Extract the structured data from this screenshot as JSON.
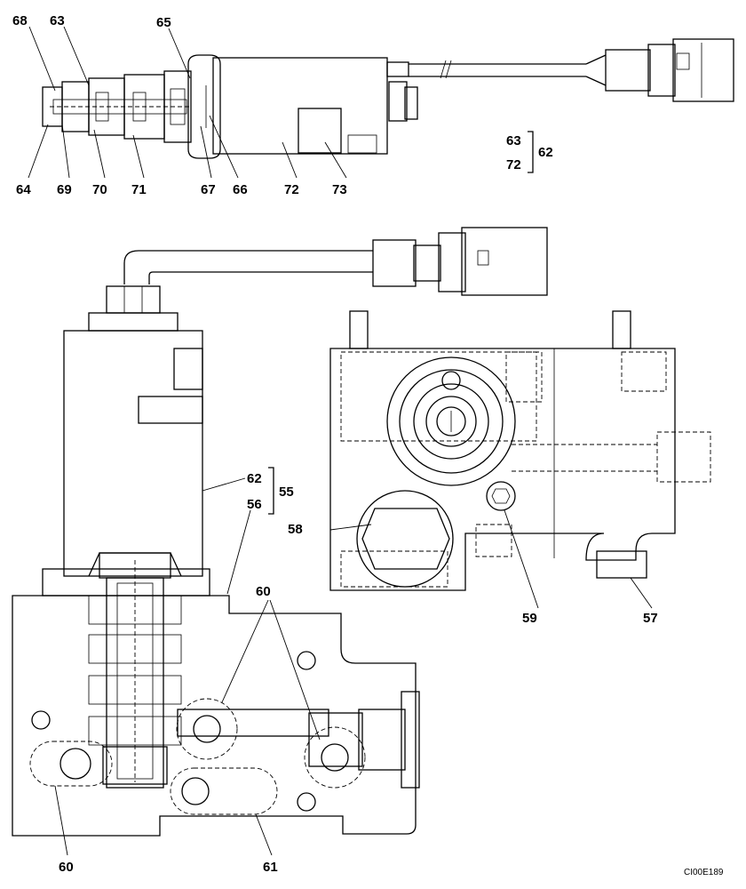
{
  "labels": {
    "top": {
      "l68": "68",
      "l63": "63",
      "l65": "65",
      "l64": "64",
      "l69": "69",
      "l70": "70",
      "l71": "71",
      "l67": "67",
      "l66": "66",
      "l72": "72",
      "l73": "73"
    },
    "group_62": {
      "a": "63",
      "b": "72",
      "parent": "62"
    },
    "group_55": {
      "a": "62",
      "b": "56",
      "parent": "55"
    },
    "bottom": {
      "l58": "58",
      "l59": "59",
      "l57": "57",
      "l60_upper": "60",
      "l60_lower": "60",
      "l61": "61"
    }
  },
  "figure_code": "CI00E189"
}
